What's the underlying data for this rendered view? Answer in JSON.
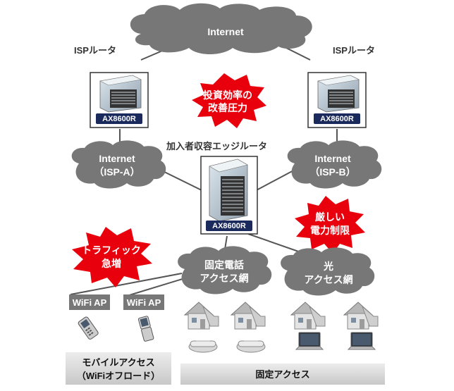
{
  "clouds": {
    "internet": "Internet",
    "isp_a": [
      "Internet",
      "（ISP-A）"
    ],
    "isp_b": [
      "Internet",
      "（ISP-B）"
    ],
    "fixed_phone": [
      "固定電話",
      "アクセス網"
    ],
    "optical": [
      "光",
      "アクセス網"
    ]
  },
  "labels": {
    "isp_router_left": "ISPルータ",
    "isp_router_right": "ISPルータ",
    "edge_router": "加入者収容エッジルータ"
  },
  "routers": {
    "left_model": "AX8600R",
    "right_model": "AX8600R",
    "center_model": "AX8600R"
  },
  "bursts": {
    "investment": [
      "投資効率の",
      "改善圧力"
    ],
    "power": [
      "厳しい",
      "電力制限"
    ],
    "traffic": [
      "トラフィック",
      "急増"
    ]
  },
  "access_points": {
    "ap1": "WiFi AP",
    "ap2": "WiFi AP"
  },
  "bottom": {
    "mobile": [
      "モバイルアクセス",
      "（WiFiオフロード）"
    ],
    "fixed": "固定アクセス"
  },
  "colors": {
    "cloud": "#777777",
    "router_badge": "#1b2a5c",
    "burst": "#e8000d",
    "bar": "#d6d6d6"
  }
}
